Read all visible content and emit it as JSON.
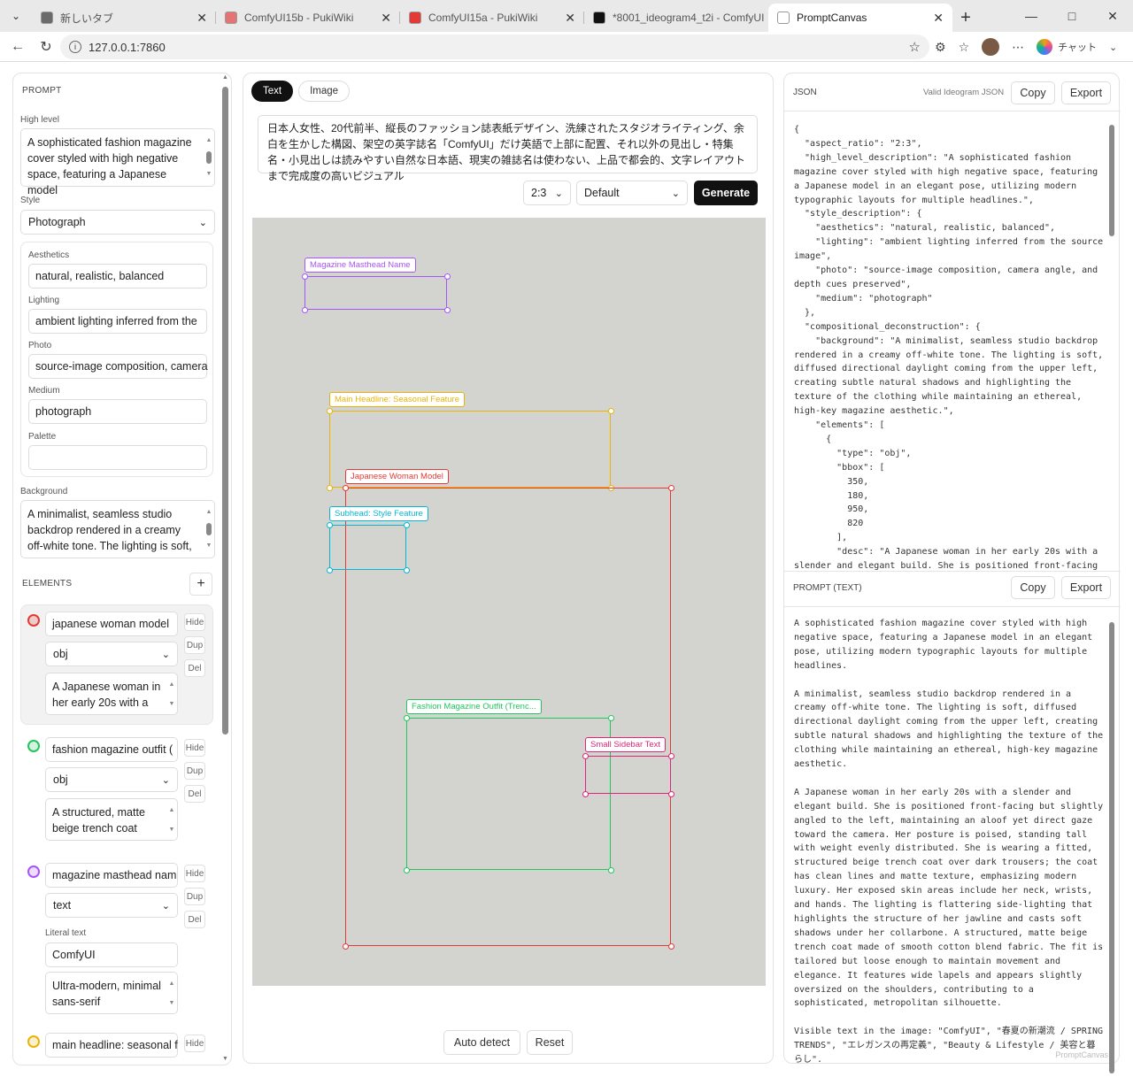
{
  "browser": {
    "tabs": [
      {
        "title": "新しいタブ",
        "active": false,
        "color": "#6b6b6b"
      },
      {
        "title": "ComfyUI15b - PukiWiki",
        "active": false,
        "color": "#e57373"
      },
      {
        "title": "ComfyUI15a - PukiWiki",
        "active": false,
        "color": "#e53935"
      },
      {
        "title": "*8001_ideogram4_t2i - ComfyUI",
        "active": false,
        "color": "#111111"
      },
      {
        "title": "PromptCanvas",
        "active": true,
        "color": "#ffffff"
      }
    ],
    "url": "127.0.0.1:7860",
    "chat_label": "チャット"
  },
  "left": {
    "prompt_header": "PROMPT",
    "high_level_label": "High level",
    "high_level_text": "A sophisticated fashion magazine cover styled with high negative space, featuring a Japanese model",
    "style_label": "Style",
    "style_value": "Photograph",
    "aesthetics_label": "Aesthetics",
    "aesthetics_value": "natural, realistic, balanced",
    "lighting_label": "Lighting",
    "lighting_value": "ambient lighting inferred from the",
    "photo_label": "Photo",
    "photo_value": "source-image composition, camera",
    "medium_label": "Medium",
    "medium_value": "photograph",
    "palette_label": "Palette",
    "palette_value": "",
    "background_label": "Background",
    "background_text": "A minimalist, seamless studio backdrop rendered in a creamy off-white tone. The lighting is soft,",
    "elements_header": "ELEMENTS",
    "add_symbol": "+",
    "hide_label": "Hide",
    "dup_label": "Dup",
    "del_label": "Del",
    "literal_label": "Literal text",
    "elements": [
      {
        "name": "japanese woman model",
        "type": "obj",
        "desc": "A Japanese woman in her early 20s with a",
        "color": "#e53935"
      },
      {
        "name": "fashion magazine outfit (",
        "type": "obj",
        "desc": "A structured, matte beige trench coat",
        "color": "#22c55e"
      },
      {
        "name": "magazine masthead nam",
        "type": "text",
        "literal": "ComfyUI",
        "desc": "Ultra-modern, minimal sans-serif",
        "color": "#a855f7"
      },
      {
        "name": "main headline: seasonal f",
        "color": "#eab308"
      }
    ]
  },
  "middle": {
    "tab_text": "Text",
    "tab_image": "Image",
    "prompt_text": "日本人女性、20代前半、縦長のファッション誌表紙デザイン、洗練されたスタジオライティング、余白を生かした構図、架空の英字誌名「ComfyUI」だけ英語で上部に配置、それ以外の見出し・特集名・小見出しは読みやすい自然な日本語、現実の雑誌名は使わない、上品で都会的、文字レイアウトまで完成度の高いビジュアル",
    "aspect": "2:3",
    "preset": "Default",
    "generate_label": "Generate",
    "boxes": [
      {
        "label": "Magazine Masthead Name",
        "color": "#a855f7"
      },
      {
        "label": "Main Headline: Seasonal Feature",
        "color": "#eab308"
      },
      {
        "label": "Japanese Woman Model",
        "color": "#e53935"
      },
      {
        "label": "Subhead: Style Feature",
        "color": "#06b6d4"
      },
      {
        "label": "Fashion Magazine Outfit (Trenc...",
        "color": "#22c55e"
      },
      {
        "label": "Small Sidebar Text",
        "color": "#db2777"
      }
    ],
    "auto_detect_label": "Auto detect",
    "reset_label": "Reset"
  },
  "right": {
    "json_header": "JSON",
    "valid_label": "Valid Ideogram JSON",
    "copy_label": "Copy",
    "export_label": "Export",
    "json_lines": [
      "{",
      "  \"aspect_ratio\": \"2:3\",",
      "  \"high_level_description\": \"A sophisticated fashion",
      "magazine cover styled with high negative space, featuring",
      "a Japanese model in an elegant pose, utilizing modern",
      "typographic layouts for multiple headlines.\",",
      "  \"style_description\": {",
      "    \"aesthetics\": \"natural, realistic, balanced\",",
      "    \"lighting\": \"ambient lighting inferred from the source",
      "image\",",
      "    \"photo\": \"source-image composition, camera angle, and",
      "depth cues preserved\",",
      "    \"medium\": \"photograph\"",
      "  },",
      "  \"compositional_deconstruction\": {",
      "    \"background\": \"A minimalist, seamless studio backdrop",
      "rendered in a creamy off-white tone. The lighting is soft,",
      "diffused directional daylight coming from the upper left,",
      "creating subtle natural shadows and highlighting the",
      "texture of the clothing while maintaining an ethereal,",
      "high-key magazine aesthetic.\",",
      "    \"elements\": [",
      "      {",
      "        \"type\": \"obj\",",
      "        \"bbox\": [",
      "          350,",
      "          180,",
      "          950,",
      "          820",
      "        ],",
      "        \"desc\": \"A Japanese woman in her early 20s with a",
      "slender and elegant build. She is positioned front-facing"
    ],
    "prompt_header": "PROMPT (TEXT)",
    "prompt_lines": [
      "A sophisticated fashion magazine cover styled with high",
      "negative space, featuring a Japanese model in an elegant",
      "pose, utilizing modern typographic layouts for multiple",
      "headlines.",
      "",
      "A minimalist, seamless studio backdrop rendered in a",
      "creamy off-white tone. The lighting is soft, diffused",
      "directional daylight coming from the upper left, creating",
      "subtle natural shadows and highlighting the texture of the",
      "clothing while maintaining an ethereal, high-key magazine",
      "aesthetic.",
      "",
      "A Japanese woman in her early 20s with a slender and",
      "elegant build. She is positioned front-facing but slightly",
      "angled to the left, maintaining an aloof yet direct gaze",
      "toward the camera. Her posture is poised, standing tall",
      "with weight evenly distributed. She is wearing a fitted,",
      "structured beige trench coat over dark trousers; the coat",
      "has clean lines and matte texture, emphasizing modern",
      "luxury. Her exposed skin areas include her neck, wrists,",
      "and hands. The lighting is flattering side-lighting that",
      "highlights the structure of her jawline and casts soft",
      "shadows under her collarbone. A structured, matte beige",
      "trench coat made of smooth cotton blend fabric. The fit is",
      "tailored but loose enough to maintain movement and",
      "elegance. It features wide lapels and appears slightly",
      "oversized on the shoulders, contributing to a",
      "sophisticated, metropolitan silhouette.",
      "",
      "Visible text in the image: \"ComfyUI\", \"春夏の新潮流 / SPRING",
      "TRENDS\", \"エレガンスの再定義\", \"Beauty & Lifestyle / 美容と暮",
      "らし\"."
    ],
    "watermark": "PromptCanvas"
  }
}
